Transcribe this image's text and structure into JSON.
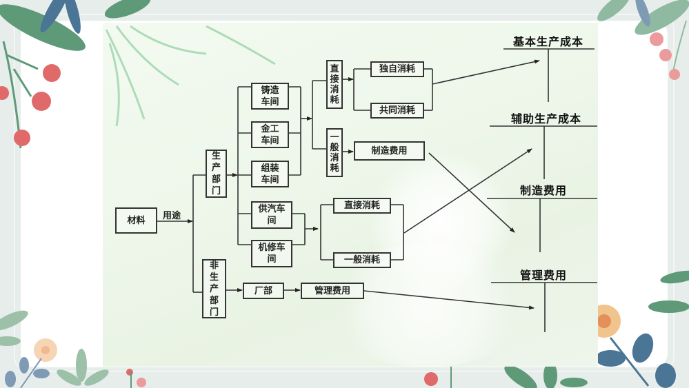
{
  "slide": {
    "diagram": {
      "source": {
        "label": "材料"
      },
      "edge_label": "用途",
      "departments": [
        {
          "id": "production",
          "label": "生\n产\n部\n门"
        },
        {
          "id": "non_production",
          "label": "非\n生\n产\n部\n门"
        }
      ],
      "basic_workshops": [
        {
          "label": "铸造\n车间"
        },
        {
          "label": "金工\n车间"
        },
        {
          "label": "组装\n车间"
        }
      ],
      "aux_workshops": [
        {
          "label": "供汽车\n间"
        },
        {
          "label": "机修车\n间"
        }
      ],
      "basic_consumption": [
        {
          "label": "直\n接\n消\n耗"
        },
        {
          "label": "一\n般\n消\n耗"
        }
      ],
      "direct_split": [
        {
          "label": "独自消耗"
        },
        {
          "label": "共同消耗"
        }
      ],
      "mfg_overhead_box": {
        "label": "制造费用"
      },
      "aux_consumption": [
        {
          "label": "直接消耗"
        },
        {
          "label": "一般消耗"
        }
      ],
      "factory_dept": {
        "label": "厂部"
      },
      "admin_expense_box": {
        "label": "管理费用"
      },
      "t_accounts": [
        {
          "label": "基本生产成本"
        },
        {
          "label": "辅助生产成本"
        },
        {
          "label": "制造费用"
        },
        {
          "label": "管理费用"
        }
      ]
    },
    "colors": {
      "frame": "#e6edea",
      "panel": "#ffffff",
      "diagram_bg": "#eef7ea",
      "line": "#333333",
      "leaf_green": "#5e9a78",
      "leaf_blue": "#4a7594",
      "flower_red": "#e06a6a",
      "flower_orange": "#f1b56d"
    }
  }
}
